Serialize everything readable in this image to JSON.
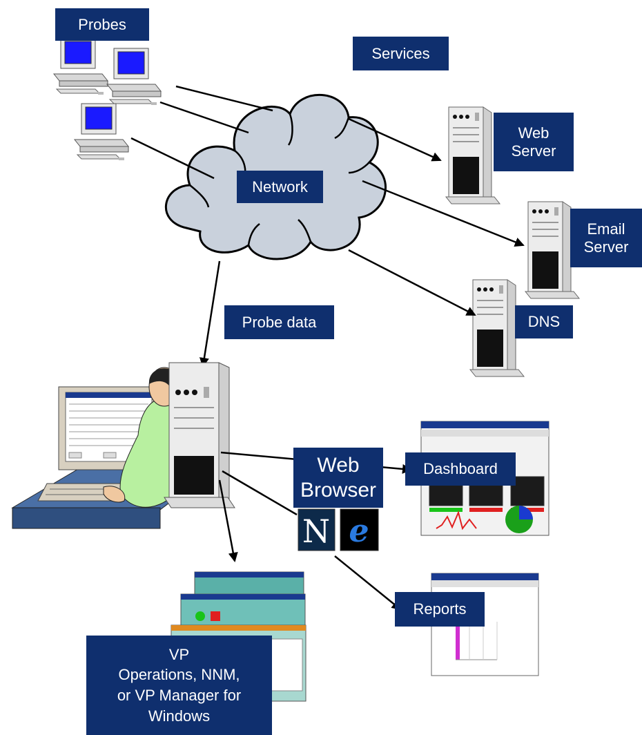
{
  "labels": {
    "probes": "Probes",
    "services": "Services",
    "network": "Network",
    "web_server": [
      "Web",
      "Server"
    ],
    "email_server": [
      "Email",
      "Server"
    ],
    "dns": "DNS",
    "probe_data": "Probe data",
    "web_browser": [
      "Web",
      "Browser"
    ],
    "dashboard": "Dashboard",
    "reports": "Reports",
    "vp_operations": [
      "VP",
      "Operations, NNM,",
      "or VP Manager for",
      "Windows"
    ]
  },
  "colors": {
    "label_bg": "#0f2f6e",
    "label_text": "#ffffff",
    "cloud_fill": "#c9d1dc",
    "monitor_screen": "#1a1aff",
    "shirt": "#b8f0a0",
    "desk": "#4a6fa5"
  },
  "icons": [
    "desktop-computer-icon",
    "server-tower-icon",
    "network-cloud-icon",
    "operator-workstation-icon",
    "netscape-icon",
    "internet-explorer-icon",
    "dashboard-screenshot-icon",
    "report-screenshot-icon",
    "management-console-screenshot-icon"
  ]
}
